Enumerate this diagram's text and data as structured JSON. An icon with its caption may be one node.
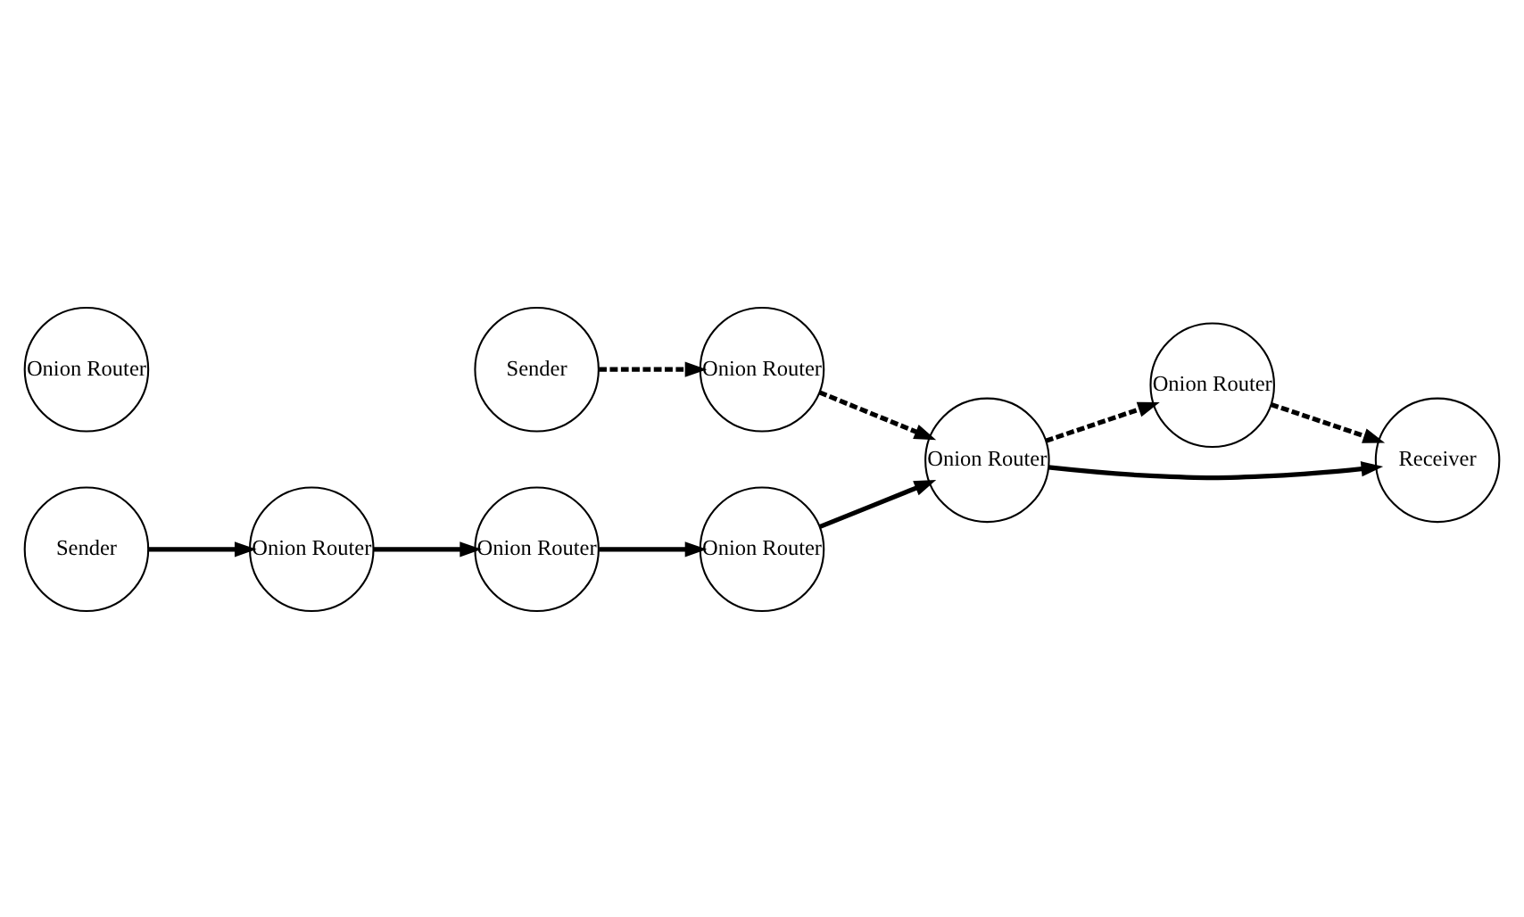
{
  "diagram": {
    "nodes": [
      {
        "text": [
          "Onion Router"
        ]
      },
      {
        "text": [
          "Sender"
        ]
      },
      {
        "text": [
          "Onion Router"
        ]
      },
      {
        "text": [
          "Receiver"
        ]
      },
      {
        "text": [
          "Onion Router"
        ]
      },
      {
        "text": [
          "Onion Router"
        ]
      },
      {
        "text": [
          "Onion Router"
        ]
      },
      {
        "text": [
          "Onion Router"
        ]
      },
      {
        "text": [
          "Sender"
        ]
      },
      {
        "text": [
          "Onion Router"
        ]
      }
    ],
    "edges": [
      {
        "from": 1,
        "to": 4,
        "arrow": "to",
        "style": "dashed"
      },
      {
        "from": 4,
        "to": 9,
        "arrow": "to",
        "style": "dashed"
      },
      {
        "from": 9,
        "to": 2,
        "arrow": "to",
        "style": "dashed"
      },
      {
        "from": 2,
        "to": 3,
        "arrow": "to",
        "style": "dashed"
      },
      {
        "from": 8,
        "to": 6,
        "arrow": "to"
      },
      {
        "from": 6,
        "to": 0,
        "arrow": "to"
      },
      {
        "from": 0,
        "to": 7,
        "arrow": "to"
      },
      {
        "from": 7,
        "to": 9,
        "arrow": "to"
      },
      {
        "from": 9,
        "to": 3,
        "arrow": "to"
      }
    ]
  }
}
